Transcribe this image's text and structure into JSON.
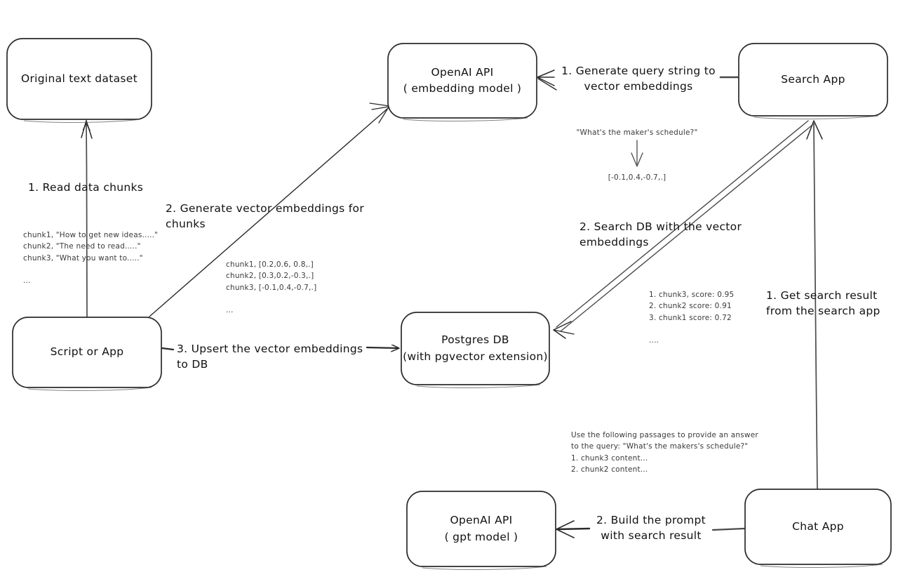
{
  "diagram": {
    "title": "Vector embedding search and chat pipeline",
    "stroke_color": "#2b2b2b",
    "text_color": "#111111",
    "annotation_color": "#3a3a3a",
    "background": "#ffffff"
  },
  "nodes": {
    "original_dataset": {
      "label": "Original text dataset"
    },
    "script_or_app": {
      "label": "Script or App"
    },
    "openai_embedding": {
      "line1": "OpenAI API",
      "line2": "( embedding model )"
    },
    "postgres_db": {
      "line1": "Postgres DB",
      "line2": "(with pgvector extension)"
    },
    "search_app": {
      "label": "Search App"
    },
    "chat_app": {
      "label": "Chat App"
    },
    "openai_gpt": {
      "line1": "OpenAI API",
      "line2": "( gpt model )"
    }
  },
  "edges": {
    "read_chunks": {
      "label": "1. Read data chunks"
    },
    "generate_embeddings": {
      "label": "2. Generate vector embeddings for chunks"
    },
    "upsert": {
      "label": "3. Upsert the vector embeddings  to DB"
    },
    "generate_query_embedding": {
      "line1": "1. Generate query string to vector",
      "line2": "embeddings"
    },
    "search_db": {
      "label": "2. Search DB with the vector embeddings"
    },
    "get_search_result": {
      "line1": "1. Get search result",
      "line2": "from the search app"
    },
    "build_prompt": {
      "line1": "2. Build the prompt with",
      "line2": "search result"
    }
  },
  "annotations": {
    "chunks_sample": "chunk1, \"How to get new ideas.....\"\nchunk2, \"The need to read.....\"\nchunk3, \"What you want to.....\"\n\n...",
    "embeddings_sample": "chunk1, [0.2,0.6, 0.8,.]\nchunk2, [0.3,0.2,-0.3,.]\nchunk3, [-0.1,0.4,-0.7,.]\n\n...",
    "query_string": "\"What's the maker's schedule?\"",
    "query_vector": "[-0.1,0.4,-0.7,.]",
    "search_results": "1. chunk3, score: 0.95\n2. chunk2 score: 0.91\n3. chunk1 score: 0.72\n\n....",
    "prompt_sample": "Use the following passages to provide an answer\nto the query: \"What's the makers's schedule?\"\n1. chunk3 content...\n2. chunk2 content..."
  }
}
